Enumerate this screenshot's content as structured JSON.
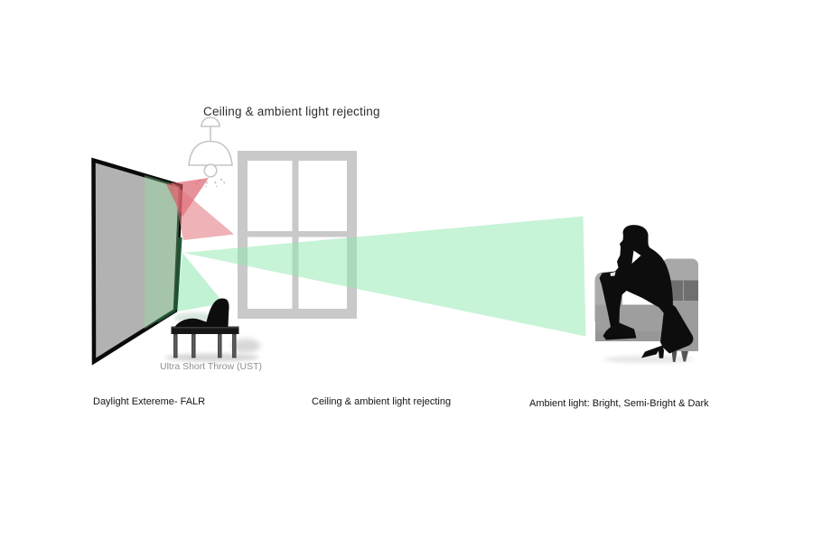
{
  "title": {
    "text": "Ceiling & ambient light rejecting"
  },
  "captions": {
    "ust": "Ultra Short Throw (UST)",
    "screen": "Daylight Extereme- FALR",
    "window": "Ceiling & ambient light rejecting",
    "viewer": "Ambient light: Bright, Semi-Bright & Dark"
  },
  "colors": {
    "background": "#ffffff",
    "beam_green": "#8fe8b0",
    "beam_red": "#e2737b",
    "beam_red_dark": "#d94f5c",
    "screen_gray": "#b2b2b2",
    "screen_border": "#0a0a0a",
    "screen_glow_green": "#8ce79b",
    "screen_edge_green": "#1e5534",
    "window_frame_gray": "#c9c9c9",
    "lamp_outline_gray": "#c6c6c6",
    "silhouette_black": "#0d0d0d",
    "sofa_gray": "#a8a8a8"
  }
}
